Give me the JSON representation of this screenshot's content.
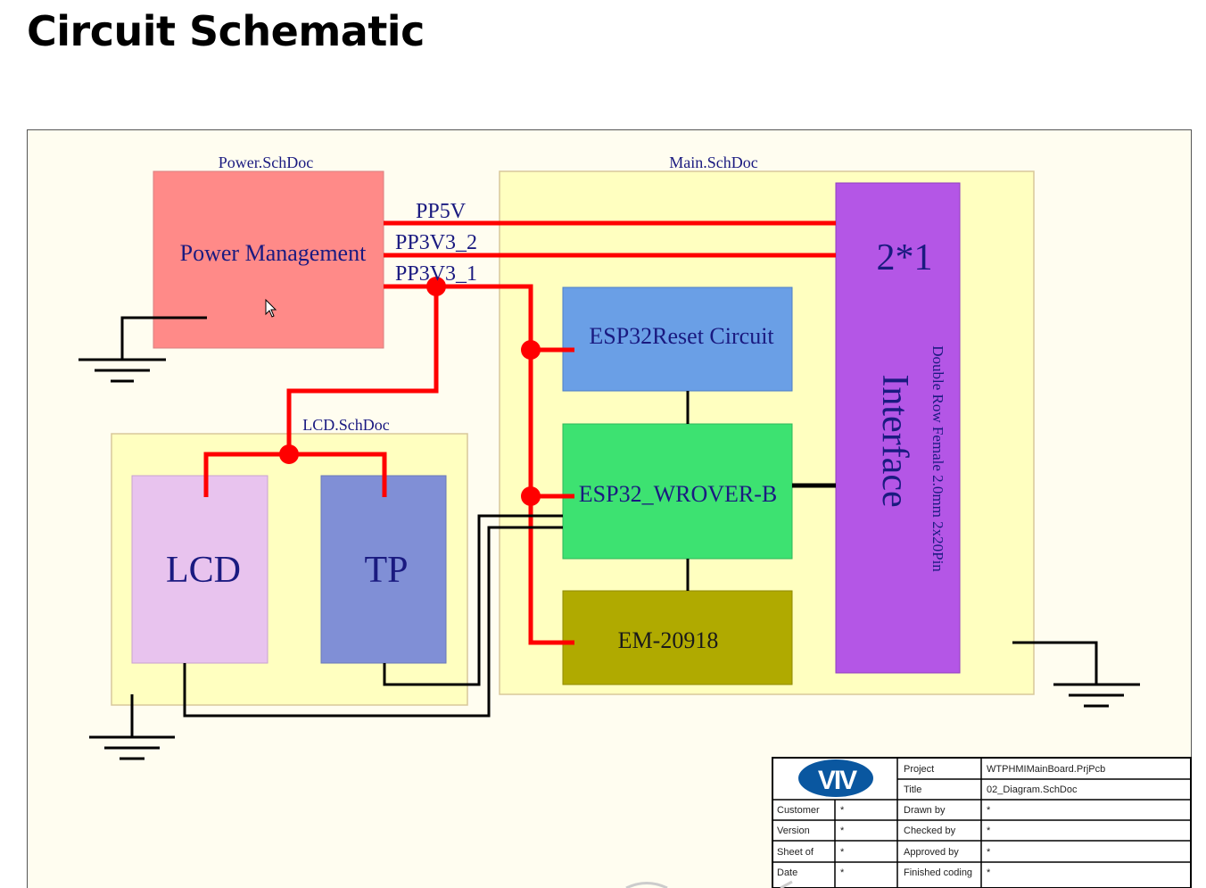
{
  "page": {
    "title": "Circuit Schematic"
  },
  "sheets": {
    "power": "Power.SchDoc",
    "main": "Main.SchDoc",
    "lcd": "LCD.SchDoc"
  },
  "blocks": {
    "power_management": "Power Management",
    "esp32_reset": "ESP32Reset Circuit",
    "esp32_wrover": "ESP32_WROVER-B",
    "em": "EM-20918",
    "lcd": "LCD",
    "tp": "TP",
    "interface_count": "2*1",
    "interface_label": "Interface",
    "interface_desc": "Double Row Female 2.0mm  2x20Pin"
  },
  "nets": {
    "pp5v": "PP5V",
    "pp3v3_2": "PP3V3_2",
    "pp3v3_1": "PP3V3_1"
  },
  "title_block": {
    "logo_text": "VIV",
    "rows": [
      {
        "label": "Project",
        "value": "WTPHMIMainBoard.PrjPcb"
      },
      {
        "label": "Title",
        "value": "02_Diagram.SchDoc"
      },
      {
        "label": "Customer",
        "value": "*",
        "label2": "Drawn by",
        "value2": "*"
      },
      {
        "label": "Version",
        "value": "*",
        "label2": "Checked by",
        "value2": "*"
      },
      {
        "label": "Sheet of",
        "value": "*",
        "label2": "Approved by",
        "value2": "*"
      },
      {
        "label": "Date",
        "value": "*",
        "label2": "Finished coding",
        "value2": "*"
      }
    ]
  },
  "colors": {
    "sheet_bg": "#fffdf0",
    "region_fill": "#ffffc0",
    "power_fill": "#ff8a88",
    "reset_fill": "#6a9fe6",
    "wrover_fill": "#3de271",
    "em_fill": "#b0aa00",
    "interface_fill": "#b456e6",
    "lcd_fill": "#e8c3ee",
    "tp_fill": "#808fd6",
    "wire_power": "#ff0000",
    "wire_signal": "#000000",
    "label_text": "#1a1a80"
  }
}
